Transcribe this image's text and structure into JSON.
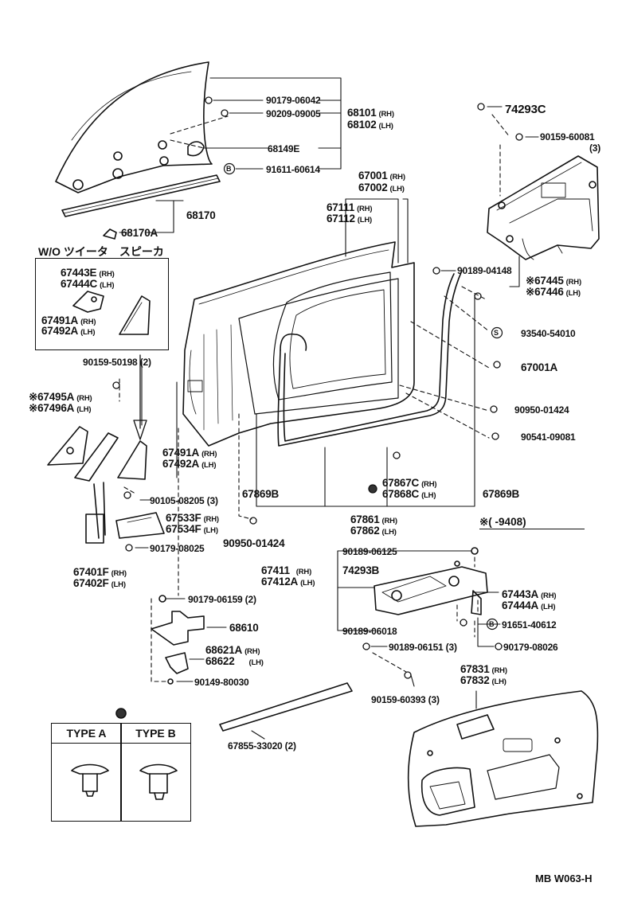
{
  "section_title": "W/O ツイータ　スピーカ",
  "footer_code": "MB  W063-H",
  "range_note": "※(      -9408)",
  "type_table": {
    "col_a": "TYPE  A",
    "col_b": "TYPE  B"
  },
  "labels": {
    "p90179_06042": "90179-06042",
    "p90209_09005": "90209-09005",
    "p68101": "68101",
    "p68102": "68102",
    "p68149e": "68149E",
    "p91611_60614": "91611-60614",
    "p68170": "68170",
    "p68170a": "68170A",
    "p74293c": "74293C",
    "p90159_60081": "90159-60081",
    "qty3_a": "(3)",
    "p67001": "67001",
    "p67002": "67002",
    "p67111": "67111",
    "p67112": "67112",
    "p90189_04148": "90189-04148",
    "p67445": "※67445",
    "p67446": "※67446",
    "p93540_54010": "93540-54010",
    "p67001a": "67001A",
    "p90950_01424_r": "90950-01424",
    "p90541_09081": "90541-09081",
    "p67443e": "67443E",
    "p67444c": "67444C",
    "p67491a_box": "67491A",
    "p67492a_box": "67492A",
    "p90159_50198": "90159-50198 (2)",
    "p67495a": "※67495A",
    "p67496a": "※67496A",
    "p67491a": "67491A",
    "p67492a": "67492A",
    "p90105_08205": "90105-08205 (3)",
    "p67533f": "67533F",
    "p67534f": "67534F",
    "p90179_08025": "90179-08025",
    "p67401f": "67401F",
    "p67402f": "67402F",
    "p67869b_l": "67869B",
    "p90950_01424": "90950-01424",
    "p67867c": "67867C",
    "p67868c": "67868C",
    "p67869b_r": "67869B",
    "p67861": "67861",
    "p67862": "67862",
    "p90189_06125": "90189-06125",
    "p67411": "67411",
    "p67412a": "67412A",
    "p74293b": "74293B",
    "p67443a": "67443A",
    "p67444a": "67444A",
    "p91651_40612": "91651-40612",
    "p90189_06018": "90189-06018",
    "p90189_06151": "90189-06151 (3)",
    "p90179_08026": "90179-08026",
    "p90179_06159": "90179-06159 (2)",
    "p68610": "68610",
    "p68621a": "68621A",
    "p68622": "68622",
    "p90149_80030": "90149-80030",
    "p90159_60393": "90159-60393 (3)",
    "p67831": "67831",
    "p67832": "67832",
    "p67855_33020": "67855-33020 (2)"
  },
  "side": {
    "rh": "(RH)",
    "lh": "(LH)"
  },
  "callouts": {
    "b": "B",
    "s": "S"
  }
}
